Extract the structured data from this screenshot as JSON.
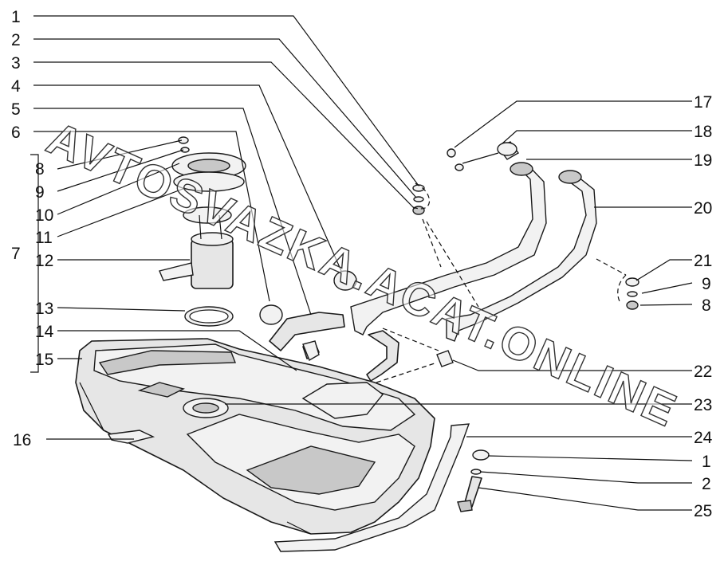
{
  "watermark": "AVTOSVAZKA.ACAT.ONLINE",
  "callouts_left": [
    "1",
    "2",
    "3",
    "4",
    "5",
    "6",
    "8",
    "9",
    "10",
    "11",
    "7",
    "12",
    "13",
    "14",
    "15",
    "16"
  ],
  "callouts_right": [
    "17",
    "18",
    "19",
    "20",
    "21",
    "9",
    "8",
    "22",
    "23",
    "24",
    "1",
    "2",
    "25"
  ],
  "colors": {
    "line": "#111111",
    "part_fill": "#e6e6e6",
    "background": "#ffffff"
  }
}
